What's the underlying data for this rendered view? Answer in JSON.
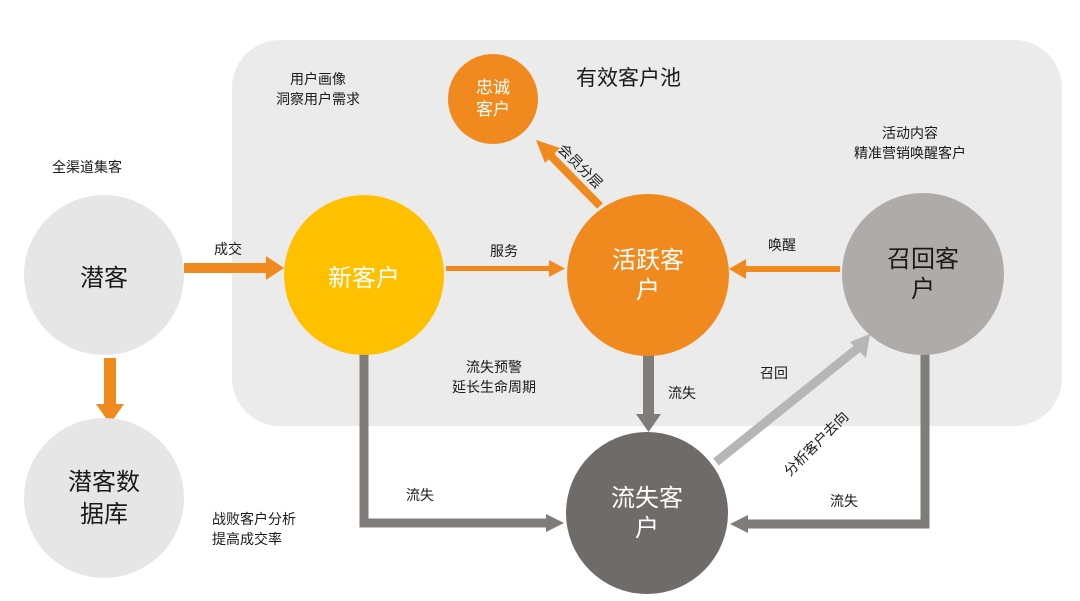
{
  "colors": {
    "pool": "#ebebeb",
    "orange": "#f08a1e",
    "yellow": "#ffc000",
    "light_gray": "#e6e6e6",
    "mid_gray": "#aeaba8",
    "dark_gray": "#6e6b69",
    "line_gray": "#7f7c7a",
    "line_light": "#b8b6b4"
  },
  "pool": {
    "title": "有效客户池"
  },
  "nodes": {
    "prospect": "潜客",
    "prospect_db": [
      "潜客数",
      "据库"
    ],
    "new_customer": "新客户",
    "loyal_customer": [
      "忠诚",
      "客户"
    ],
    "active_customer": [
      "活跃客",
      "户"
    ],
    "recall_customer": [
      "召回客",
      "户"
    ],
    "lost_customer": [
      "流失客",
      "户"
    ]
  },
  "labels": {
    "omnichannel": "全渠道集客",
    "persona": [
      "用户画像",
      "洞察用户需求"
    ],
    "activity": [
      "活动内容",
      "精准营销唤醒客户"
    ],
    "deal": "成交",
    "service": "服务",
    "wake": "唤醒",
    "membership": "会员分层",
    "churn_warning": [
      "流失预警",
      "延长生命周期"
    ],
    "churn_mid": "流失",
    "churn_left": "流失",
    "churn_right": "流失",
    "recall": "召回",
    "analyze": "分析客户去向",
    "defeat": [
      "战败客户分析",
      "提高成交率"
    ]
  }
}
